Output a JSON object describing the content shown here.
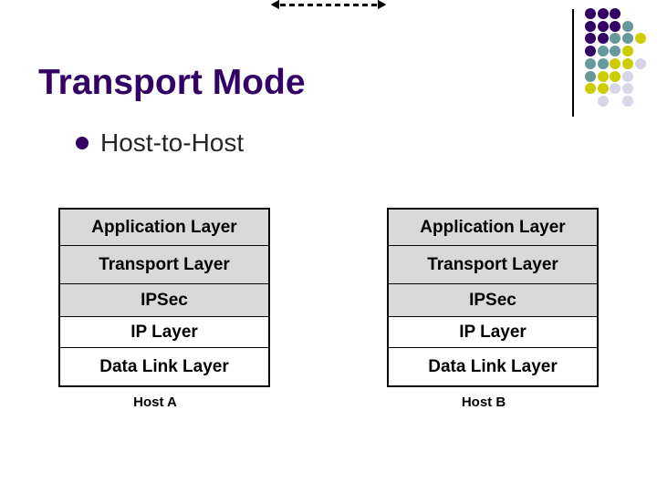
{
  "slide": {
    "title": "Transport Mode",
    "bullet": {
      "label": "Host-to-Host"
    }
  },
  "diagram": {
    "left_stack": {
      "host_label": "Host A",
      "layers": [
        "Application Layer",
        "Transport Layer",
        "IPSec",
        "IP Layer",
        "Data Link Layer"
      ]
    },
    "right_stack": {
      "host_label": "Host B",
      "layers": [
        "Application Layer",
        "Transport Layer",
        "IPSec",
        "IP Layer",
        "Data Link Layer"
      ]
    },
    "connections": {
      "style": "dashed",
      "bidirectional": true,
      "count": 5
    }
  },
  "colors": {
    "title": "#330066",
    "bullet_dot": "#330066",
    "layer_gray_fill": "#D9D9D9",
    "layer_white_fill": "#FFFFFF",
    "border": "#000000",
    "body_text": "#262626"
  },
  "decoration": {
    "dot_grid": {
      "cell": 13.7,
      "pattern": [
        "PPP..",
        "PPPT.",
        "PPTTY",
        "PTTY.",
        "TTYYL",
        "TYYL.",
        "YYLL.",
        ".L.L."
      ],
      "colors": {
        "P": "#330066",
        "T": "#669999",
        "Y": "#CCCC00",
        "L": "#D6D6E6"
      }
    }
  }
}
